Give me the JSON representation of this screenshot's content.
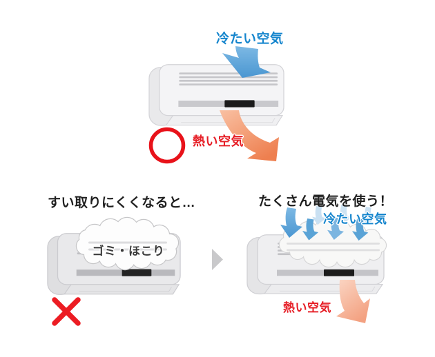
{
  "sections": {
    "correct": {
      "cold_air_label": "冷たい空気",
      "hot_air_label": "熱い空気",
      "mark": "circle"
    },
    "clogged": {
      "caption": "すい取りにくくなると…",
      "dust_label": "ゴミ・ほこり",
      "mark": "cross"
    },
    "wasteful": {
      "caption": "たくさん電気を使う！",
      "cold_air_label": "冷たい空気",
      "hot_air_label": "熱い空気"
    }
  },
  "colors": {
    "cold_air_text": "#1585cd",
    "cold_air_arrow": "#55a0d7",
    "hot_air_text": "#e61e26",
    "hot_air_arrow": "#f09468",
    "hot_air_arrow_faded": "#f6b99e",
    "mark_red": "#e8121a",
    "caption_text": "#1f1f1f",
    "appliance_body": "#f3f3f5",
    "dust_cloud": "#fdfdfd"
  }
}
